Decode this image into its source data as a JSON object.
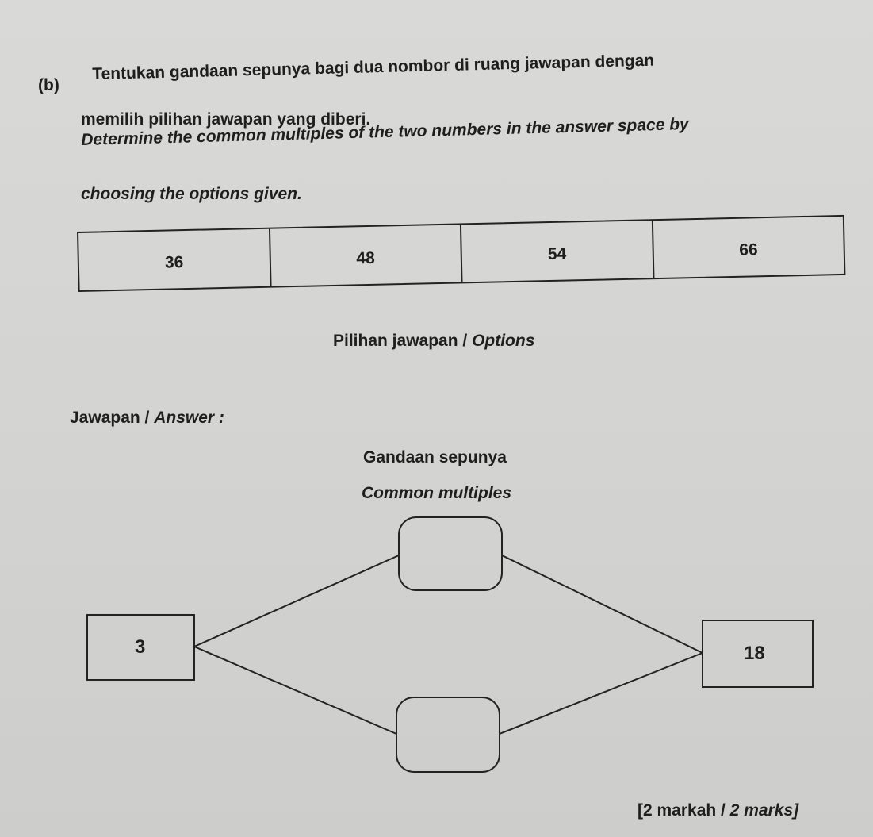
{
  "question": {
    "label": "(b)",
    "instruction_ms_line1": "Tentukan gandaan sepunya bagi dua nombor di ruang jawapan dengan",
    "instruction_ms_line2": "memilih pilihan jawapan yang diberi.",
    "instruction_en_line1": "Determine the common multiples of the two numbers in the answer space by",
    "instruction_en_line2": "choosing the options given."
  },
  "options": {
    "values": [
      "36",
      "48",
      "54",
      "66"
    ],
    "caption_ms": "Pilihan jawapan /",
    "caption_en": "Options"
  },
  "answer": {
    "label_ms": "Jawapan /",
    "label_en": "Answer :",
    "heading_ms": "Gandaan sepunya",
    "heading_en": "Common multiples",
    "left_number": "3",
    "right_number": "18",
    "top_blank": "",
    "bottom_blank": ""
  },
  "marks": {
    "ms": "[2 markah /",
    "en": "2 marks]"
  }
}
